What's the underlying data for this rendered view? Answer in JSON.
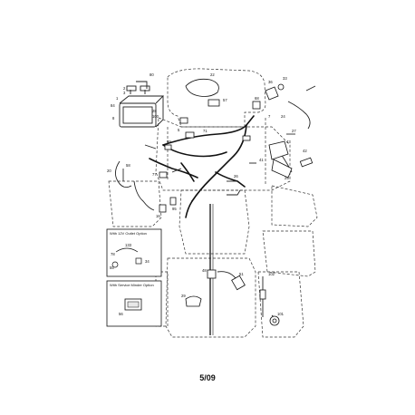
{
  "page": {
    "number": "5/09"
  },
  "insets": [
    {
      "title": "With 12V Outlet Option",
      "labels": [
        "133",
        "78",
        "55",
        "34"
      ]
    },
    {
      "title": "With Service Minder Option",
      "labels": [
        "56"
      ]
    }
  ],
  "part_numbers": [
    "80",
    "22",
    "2",
    "3",
    "1",
    "84",
    "8",
    "28",
    "100",
    "57",
    "68",
    "36",
    "33",
    "24",
    "7",
    "5",
    "99",
    "71",
    "77",
    "27",
    "43",
    "42",
    "41",
    "25",
    "20",
    "58",
    "26",
    "16",
    "95",
    "48",
    "51",
    "102",
    "29",
    "101"
  ]
}
